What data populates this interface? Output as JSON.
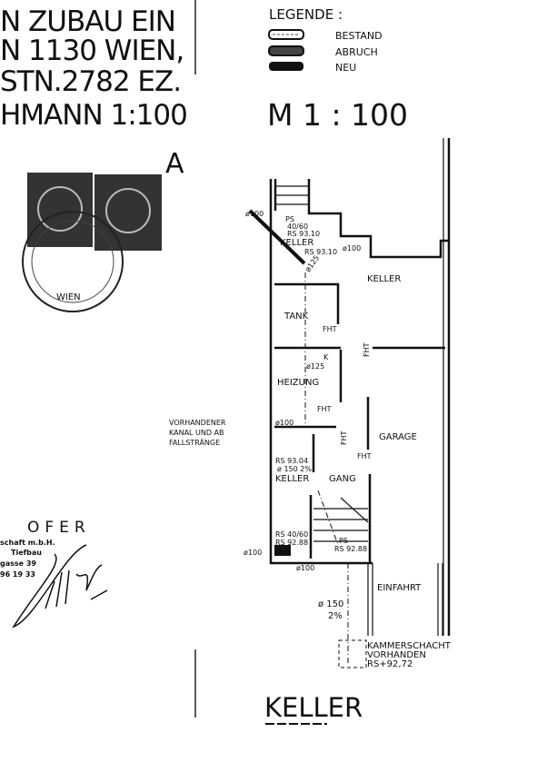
{
  "title_block": {
    "lines": [
      "N ZUBAU EIN",
      "N 1130 WIEN,",
      "STN.2782 EZ.",
      "HMANN 1:100"
    ],
    "section_letter": "A"
  },
  "legend": {
    "heading": "LEGENDE :",
    "items": [
      {
        "label": "BESTAND",
        "swatch": "hatched-outline"
      },
      {
        "label": "ABRUCH",
        "swatch": "dark-hatched"
      },
      {
        "label": "NEU",
        "swatch": "solid-black"
      }
    ]
  },
  "scale": "M  1 : 100",
  "stamp": {
    "seal_text": "WIEN"
  },
  "company": {
    "name": "OFER",
    "lines": [
      "schaft m.b.H.",
      "Tiefbau",
      "gasse 39",
      "96 19 33"
    ]
  },
  "plan": {
    "rooms": {
      "keller_small": "KELLER",
      "keller_main": "KELLER",
      "tank": "TANK",
      "heizung": "HEIZUNG",
      "garage": "GARAGE",
      "keller_lower": "KELLER",
      "gang": "GANG",
      "einfahrt": "EINFAHRT"
    },
    "annotations": {
      "d100_top": "ø100",
      "ps_top": "PS",
      "ps_size": "40/60",
      "rs_9310": "RS 93.10",
      "rs_93": "RS 93.10",
      "d100_right": "ø100",
      "d125_a": "ø125",
      "fht_1": "FHT",
      "fht_2": "FHT",
      "k": "K",
      "d125_b": "ø125",
      "vorhandener": [
        "VORHANDENER",
        "KANAL UND AB",
        "FALLSTRÄNGE"
      ],
      "d100_mid": "ø100",
      "fht_3": "FHT",
      "fht_4": "FHT",
      "fht_5": "FHT",
      "rs_9304": "RS 93.04",
      "d150_2": "ø 150 2%",
      "rs_4060": "RS 40/60",
      "rs_9288a": "RS 92.88",
      "ps_lower": "PS",
      "rs_9288b": "RS 92.88",
      "d100_left": "ø100",
      "d100_bottom": "ø100",
      "d150": "ø 150",
      "slope": "2%",
      "kammerschacht": [
        "KAMMERSCHACHT",
        "VORHANDEN",
        "RS+92,72"
      ]
    },
    "floor_title": "KELLER"
  }
}
